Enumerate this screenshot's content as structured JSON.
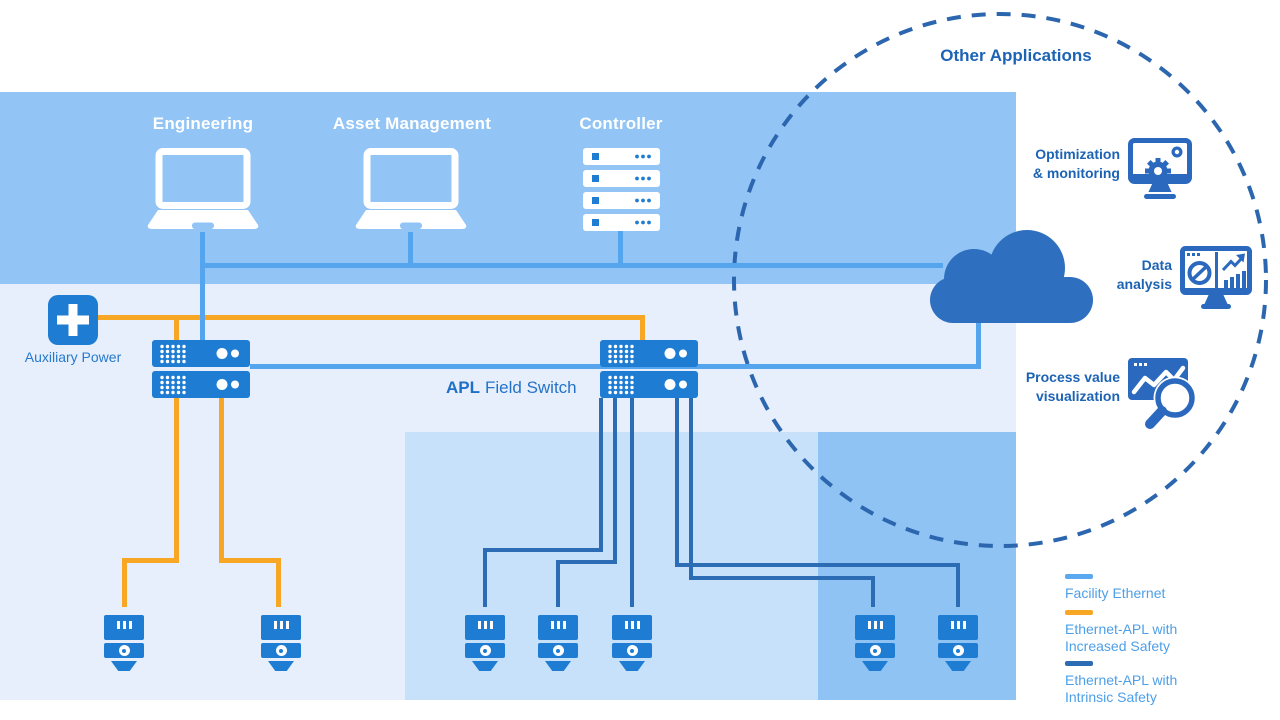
{
  "header": {
    "other_applications": "Other Applications"
  },
  "top_nodes": {
    "engineering": "Engineering",
    "asset_management": "Asset Management",
    "controller": "Controller"
  },
  "labels": {
    "auxiliary_power": "Auxiliary Power",
    "apl_bold": "APL",
    "apl_rest": "Field Switch"
  },
  "applications": [
    {
      "name": "optimization-monitoring",
      "line1": "Optimization",
      "line2": "& monitoring",
      "icon": "monitor-gear-icon"
    },
    {
      "name": "data-analysis",
      "line1": "Data",
      "line2": "analysis",
      "icon": "monitor-charts-icon"
    },
    {
      "name": "process-value-visualization",
      "line1": "Process value",
      "line2": "visualization",
      "icon": "chart-magnifier-icon"
    }
  ],
  "legend": [
    {
      "line1": "Facility Ethernet",
      "line2": "",
      "color": "#5AA8EF"
    },
    {
      "line1": "Ethernet-APL with",
      "line2": "Increased Safety",
      "color": "#F7A723"
    },
    {
      "line1": "Ethernet-APL with",
      "line2": "Intrinsic Safety",
      "color": "#2B6CB4"
    }
  ],
  "colors": {
    "zone_top": "#92C5F5",
    "zone_outer": "#E6EFFB",
    "zone_mid": "#C6E1F9",
    "zone_intrinsic": "#8FC3F4",
    "node_blue": "#1E7CD2",
    "cloud_blue": "#2E70BF",
    "icon_blue": "#2A69BE",
    "facility_line": "#55A4EE",
    "increased_safety_line": "#F7A723",
    "intrinsic_safety_line": "#2B6CB4",
    "dashed_boundary": "#2B66AE",
    "heading_blue": "#1D63B5",
    "legend_text_blue": "#4D9FE8",
    "white": "#FFFFFF"
  }
}
